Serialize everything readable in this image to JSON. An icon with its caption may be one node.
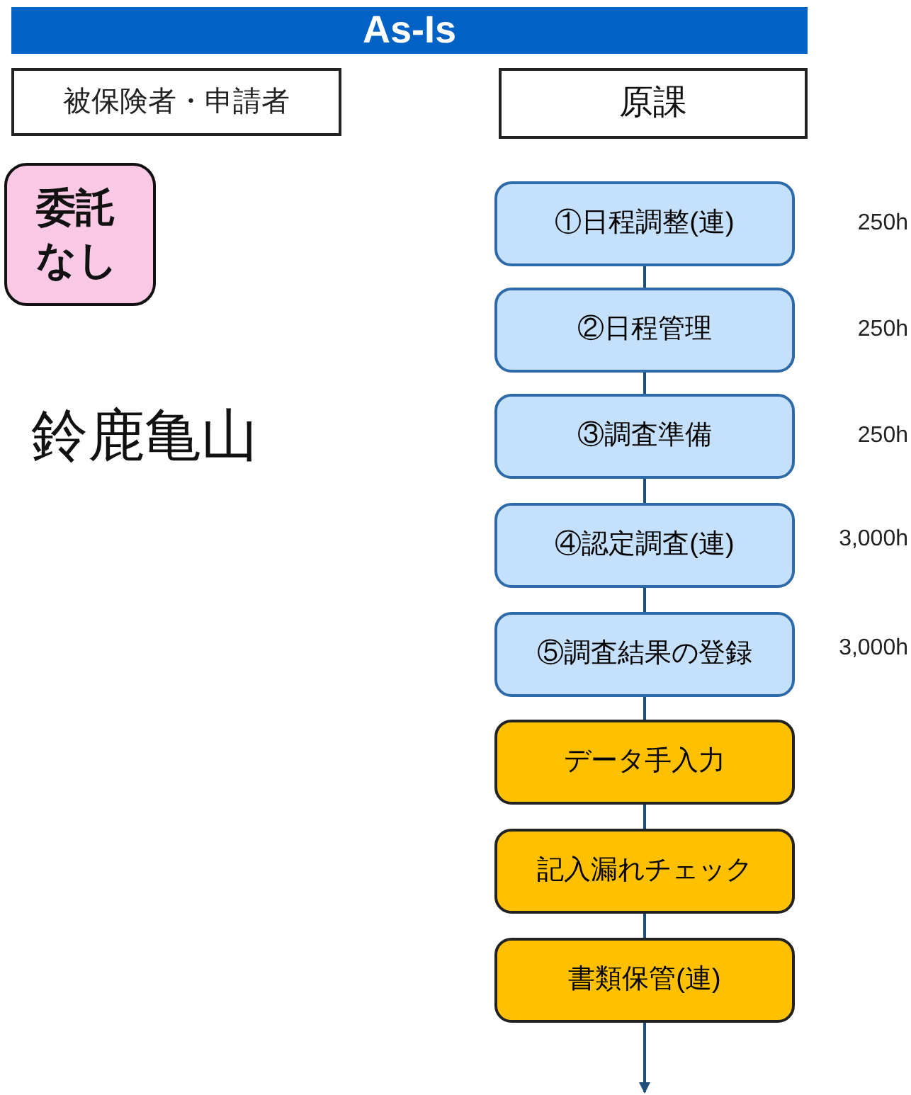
{
  "diagram": {
    "title": "As-Is",
    "nodes": [
      {
        "text": [
          "被保険者・申請者"
        ]
      },
      {
        "text": [
          "原課"
        ]
      },
      {
        "text": [
          "委託なし"
        ]
      },
      {
        "text": [
          "①日程調整(連)"
        ],
        "beside": [
          "250h"
        ]
      },
      {
        "text": [
          "②日程管理"
        ],
        "beside": [
          "250h"
        ]
      },
      {
        "text": [
          "③調査準備"
        ],
        "beside": [
          "250h"
        ]
      },
      {
        "text": [
          "④認定調査(連)"
        ],
        "beside": [
          "3,000h"
        ]
      },
      {
        "text": [
          "⑤調査結果の登録"
        ],
        "beside": [
          "3,000h"
        ]
      },
      {
        "text": [
          "データ手入力"
        ]
      },
      {
        "text": [
          "記入漏れチェック"
        ]
      },
      {
        "text": [
          "書類保管(連)"
        ]
      }
    ],
    "edges": [
      {
        "from": 3,
        "to": 4,
        "arrow": "none"
      },
      {
        "from": 4,
        "to": 5,
        "arrow": "none"
      },
      {
        "from": 5,
        "to": 6,
        "arrow": "none"
      },
      {
        "from": 6,
        "to": 7,
        "arrow": "none"
      },
      {
        "from": 7,
        "to": 8,
        "arrow": "none"
      },
      {
        "from": 8,
        "to": 9,
        "arrow": "none"
      },
      {
        "from": 9,
        "to": 10,
        "arrow": "none"
      },
      {
        "from": 10,
        "to": null,
        "arrow": "to"
      }
    ],
    "labels": [
      "鈴鹿亀山"
    ]
  }
}
